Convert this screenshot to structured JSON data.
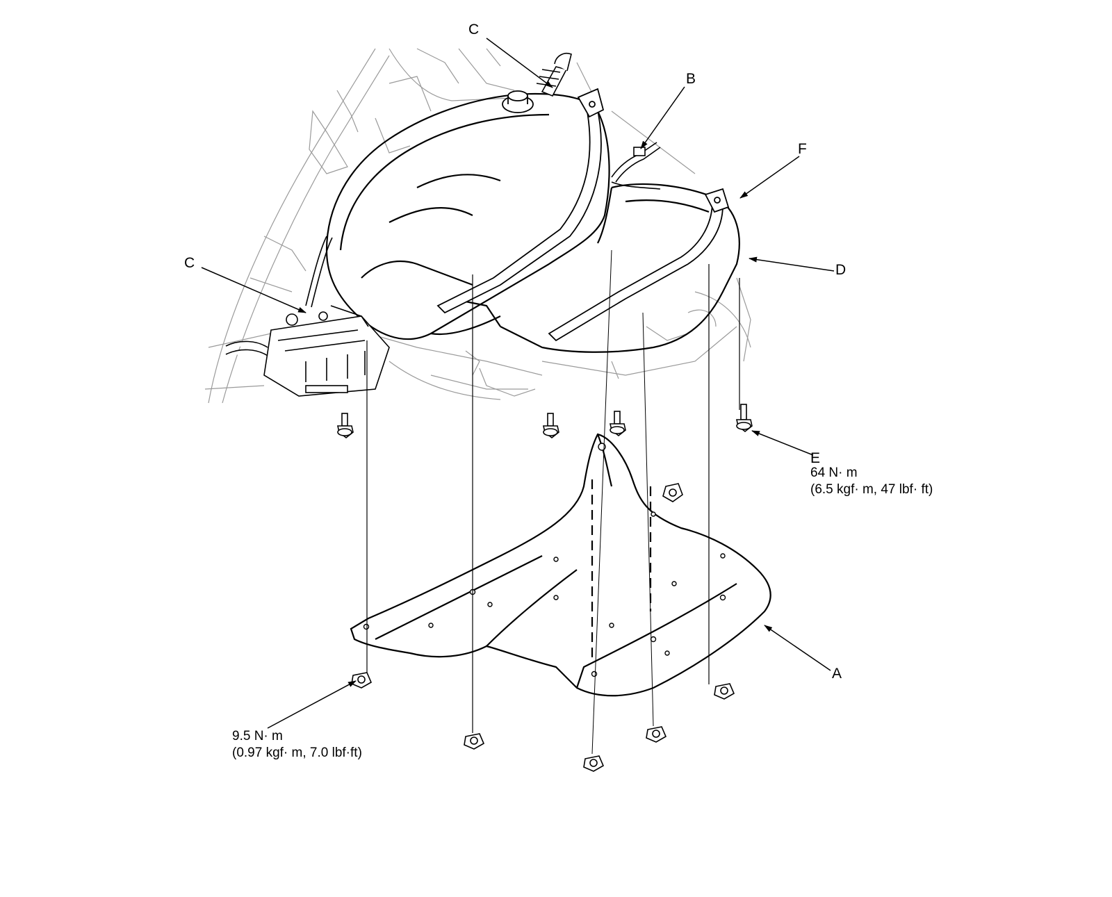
{
  "callouts": {
    "a": "A",
    "b": "B",
    "c_top": "C",
    "c_left": "C",
    "d": "D",
    "e": "E",
    "f": "F"
  },
  "torque_e": {
    "line1": "64 N· m",
    "line2": "(6.5 kgf· m, 47 lbf· ft)"
  },
  "torque_nut": {
    "line1": "9.5 N· m",
    "line2": "(0.97 kgf· m, 7.0 lbf·ft)"
  },
  "colors": {
    "line": "#000000",
    "background": "#ffffff",
    "faint": "#9a9a9a"
  }
}
